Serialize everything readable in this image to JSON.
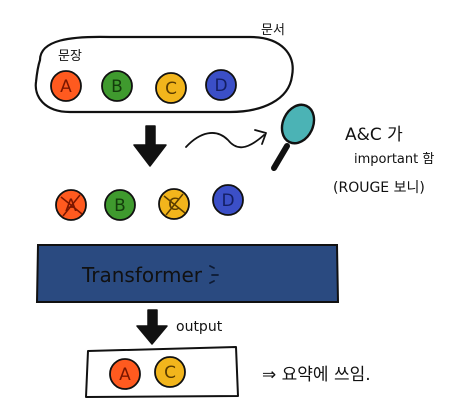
{
  "top_group": {
    "label_left": "문장",
    "label_right": "문서",
    "balls": [
      {
        "letter": "A",
        "color": "#ff5a1f",
        "ink": "#7a1600"
      },
      {
        "letter": "B",
        "color": "#3f9a2e",
        "ink": "#143d0c"
      },
      {
        "letter": "C",
        "color": "#f2b51c",
        "ink": "#5a3c00"
      },
      {
        "letter": "D",
        "color": "#3b4fc7",
        "ink": "#131e63"
      }
    ]
  },
  "magnifier_note": {
    "line1": "A&C 가",
    "line2": "important 함",
    "line3": "(ROUGE 보니)"
  },
  "middle_group": {
    "balls": [
      {
        "letter": "A",
        "color": "#ff5a1f",
        "ink": "#7a1600",
        "struck": true
      },
      {
        "letter": "B",
        "color": "#3f9a2e",
        "ink": "#143d0c",
        "struck": false
      },
      {
        "letter": "C",
        "color": "#f2b51c",
        "ink": "#5a3c00",
        "struck": true
      },
      {
        "letter": "D",
        "color": "#3b4fc7",
        "ink": "#131e63",
        "struck": false
      }
    ]
  },
  "transformer": {
    "label": "Transformer",
    "fill": "#2a4a80"
  },
  "output": {
    "label": "output",
    "balls": [
      {
        "letter": "A",
        "color": "#ff5a1f",
        "ink": "#7a1600"
      },
      {
        "letter": "C",
        "color": "#f2b51c",
        "ink": "#5a3c00"
      }
    ],
    "note": "⇒ 요약에 쓰임."
  },
  "colors": {
    "ink": "#111111",
    "lens": "#4bb3b5"
  }
}
